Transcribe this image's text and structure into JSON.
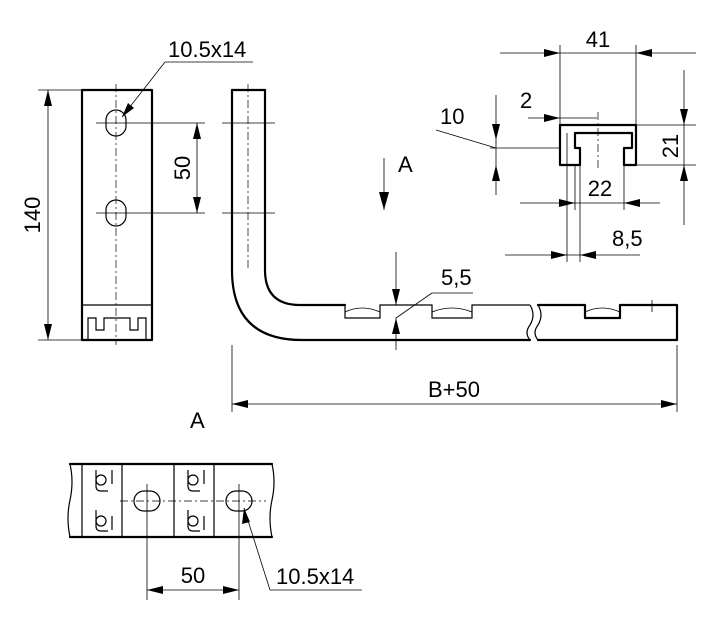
{
  "dimensions": {
    "slot_side": "10.5x14",
    "slot_bottom": "10.5x14",
    "height_140": "140",
    "pitch_50_side": "50",
    "pitch_50_bottom": "50",
    "length": "B+50",
    "thickness": "5,5",
    "profile_width": "41",
    "profile_height": "21",
    "lip_2": "2",
    "depth_10": "10",
    "opening_22": "22",
    "offset_8_5": "8,5"
  },
  "views": {
    "section_arrow_label": "A",
    "view_label": "A"
  }
}
